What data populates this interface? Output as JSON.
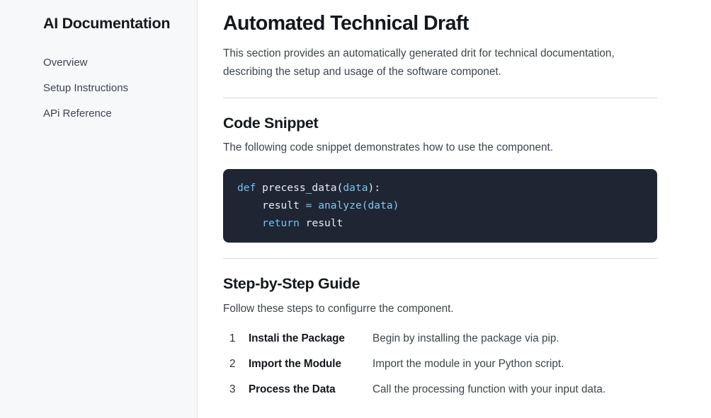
{
  "sidebar": {
    "title": "AI Documentation",
    "items": [
      {
        "label": "Overview"
      },
      {
        "label": "Setup Instructions"
      },
      {
        "label": "APi Reference"
      }
    ]
  },
  "main": {
    "page_title": "Automated Technical Draft",
    "lede": "This section provides an automatically generated drit for technical documentation, describing the setup and usage of the software componet.",
    "code_section": {
      "heading": "Code Snippet",
      "subtitle": "The following code snippet demonstrates how to use the component.",
      "code_lines": [
        "def precess_data(data):",
        "    result = analyze(data)",
        "    return result"
      ],
      "tokens": {
        "l1_kw": "def",
        "l1_fn": " precess_data(",
        "l1_arg": "data",
        "l1_end": "):",
        "l2_indent": "    ",
        "l2_var": "result",
        "l2_op": " = ",
        "l2_call": "analyze(data)",
        "l3_indent": "    ",
        "l3_kw": "return",
        "l3_var": " result"
      }
    },
    "steps_section": {
      "heading": "Step-by-Step Guide",
      "subtitle": "Follow these steps to configurre the component.",
      "rows": [
        {
          "num": "1",
          "title": "Instali the Package",
          "desc": "Begin by installing the package via pip."
        },
        {
          "num": "2",
          "title": "Import the Module",
          "desc": "Import the module in your Python script."
        },
        {
          "num": "3",
          "title": "Process the Data",
          "desc": "Call the processing function with your input data."
        }
      ]
    }
  },
  "colors": {
    "sidebar_bg": "#f7f8f9",
    "code_bg": "#1f2533",
    "code_keyword": "#6fc3f0",
    "code_text": "#e8edf4",
    "divider": "#d6d9de",
    "body_text": "#3d4450"
  }
}
